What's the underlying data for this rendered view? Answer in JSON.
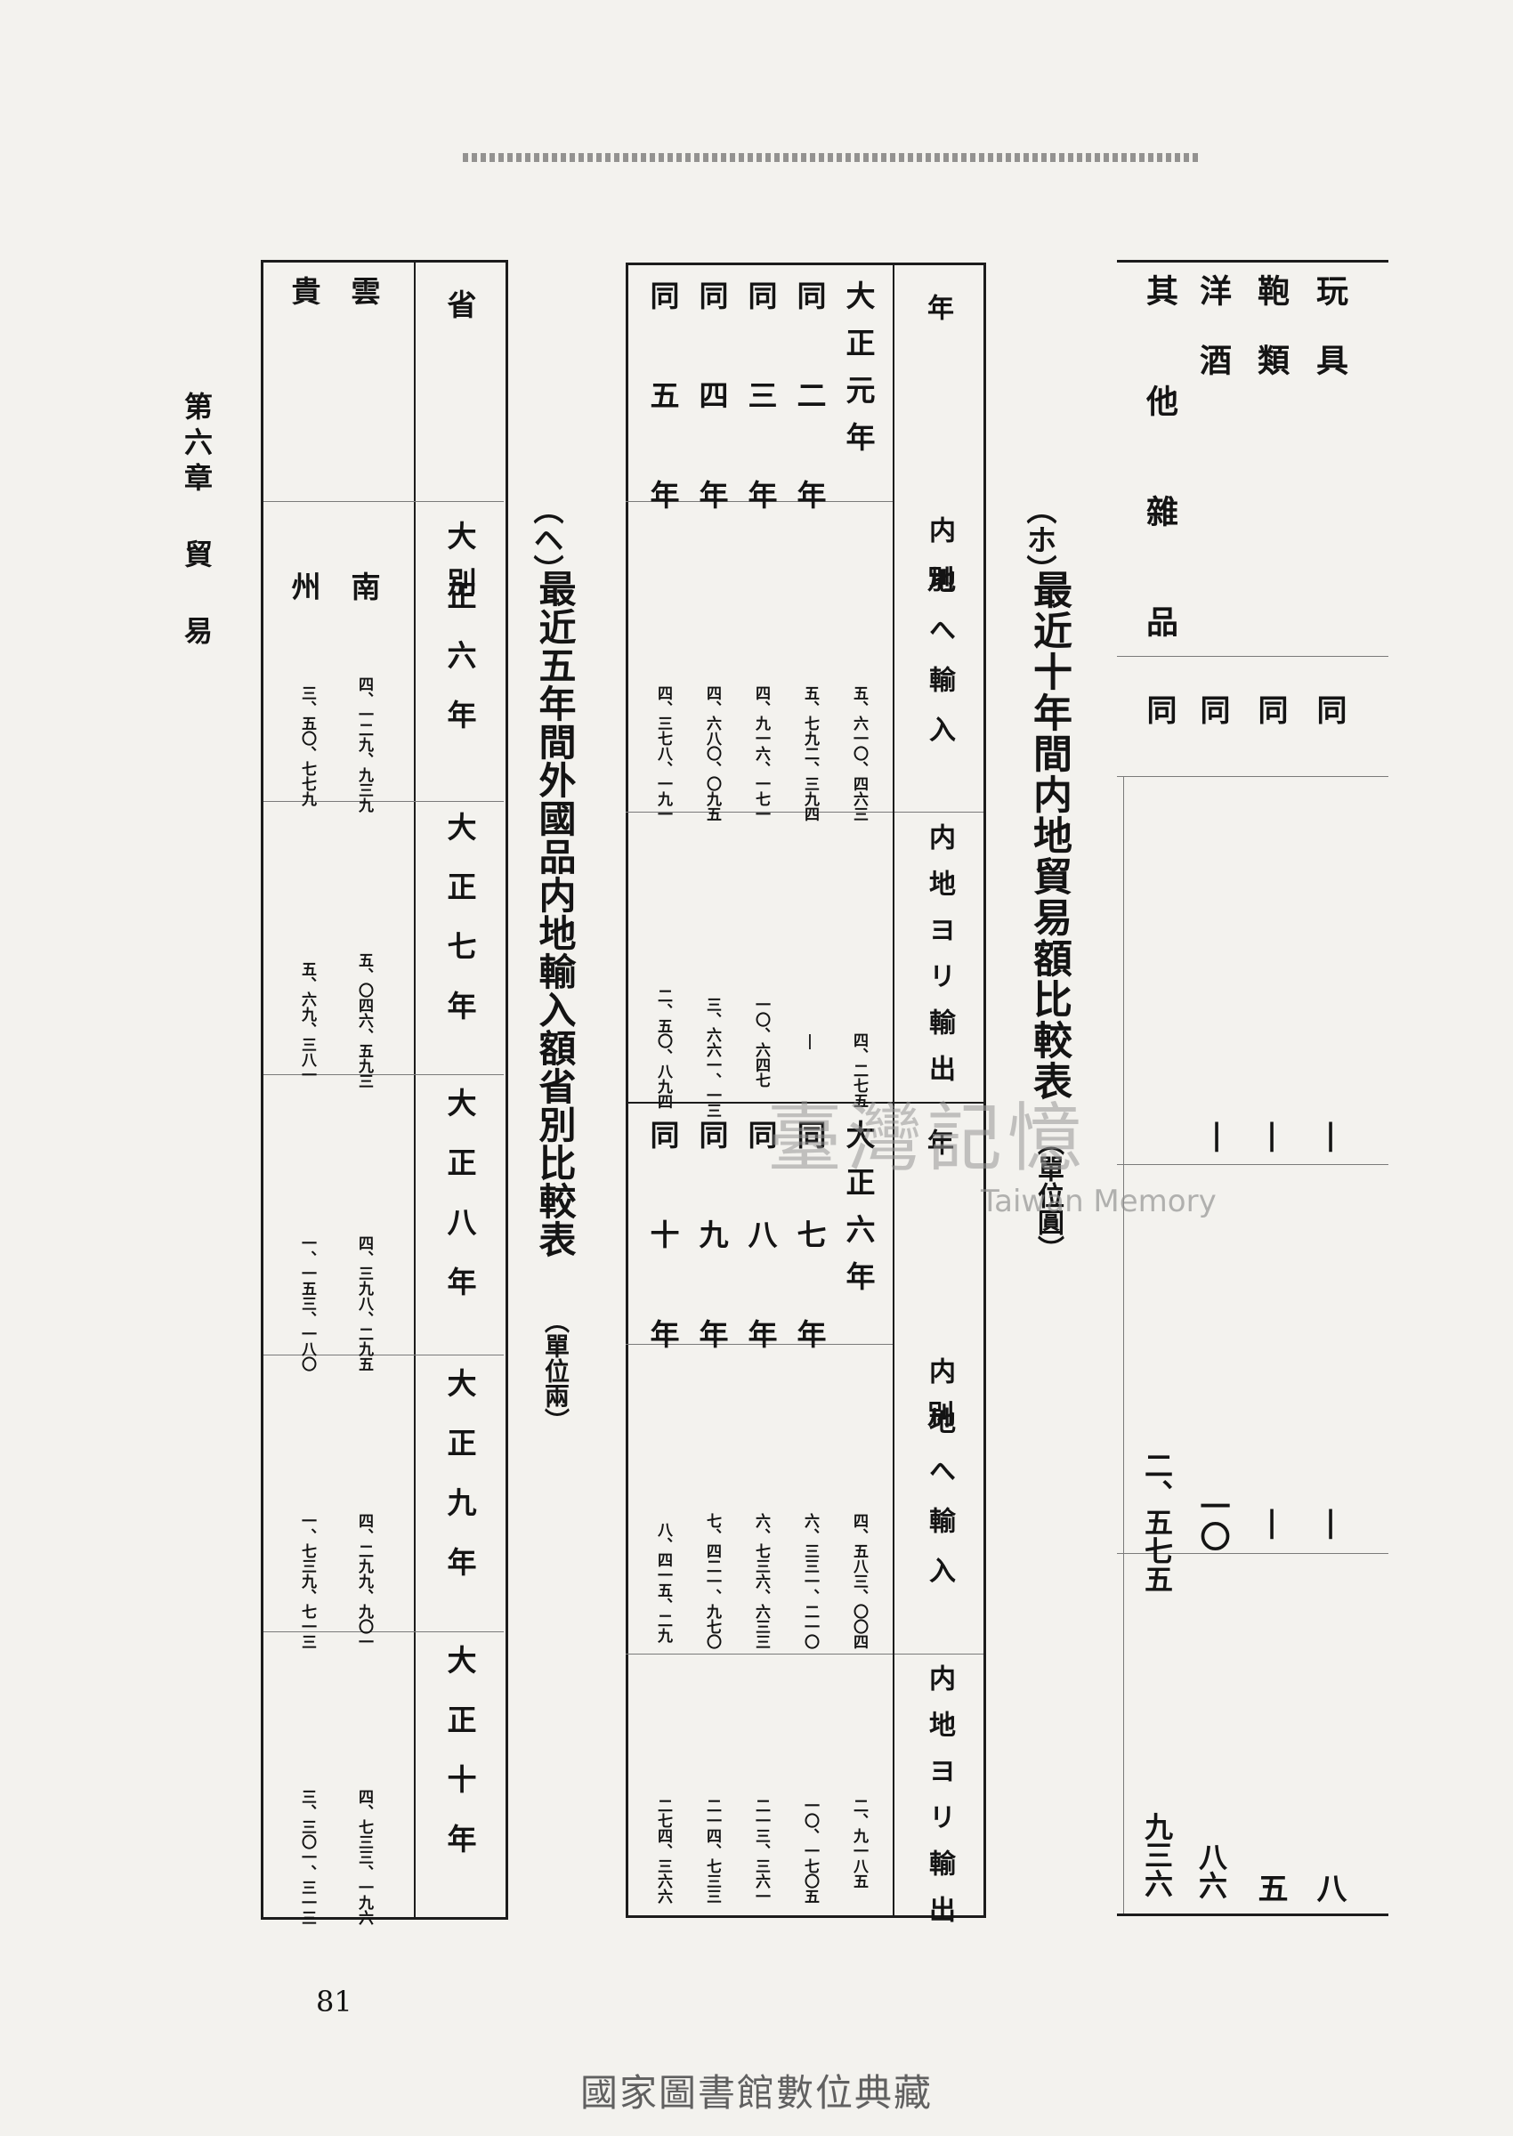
{
  "page": {
    "chapter": "第六章 貿 易",
    "page_number": "81"
  },
  "table_ho": {
    "marker": "（ホ）",
    "title": "最近十年間内地貿易額比較表",
    "unit": "（單位圓）",
    "rows": [
      {
        "name": "玩 具",
        "period": "同",
        "col1": "|",
        "col2": "|",
        "col3": "八"
      },
      {
        "name": "鞄 類",
        "period": "同",
        "col1": "|",
        "col2": "|",
        "col3": "五"
      },
      {
        "name": "洋 酒",
        "period": "同",
        "col1": "|",
        "col2": "一〇",
        "col3": "八六"
      },
      {
        "name": "其他雜品",
        "period": "同",
        "col1": "",
        "col2": "二、五七五",
        "col3": "九三六"
      }
    ]
  },
  "table_domestic": {
    "header_year": "年 別",
    "header_import": "内地へ輸入",
    "header_export": "内地ヨリ輸出",
    "rows": [
      {
        "year": "大正元年",
        "import": "五、六一〇、四六三",
        "export": "四、二七五"
      },
      {
        "year": "同 二 年",
        "import": "五、七九二、三九四",
        "export": "|"
      },
      {
        "year": "同 三 年",
        "import": "四、九一六、一七一",
        "export": "一〇、六四七"
      },
      {
        "year": "同 四 年",
        "import": "四、六八〇、〇九五",
        "export": "三、六六一、一三"
      },
      {
        "year": "同 五 年",
        "import": "四、三七八、一九一",
        "export": "二、五〇、八九四"
      },
      {
        "year": "大正六年",
        "import": "四、五八三、〇〇四",
        "export": "二、九一八五"
      },
      {
        "year": "同 七 年",
        "import": "六、三三一、二一〇",
        "export": "一〇、一七〇五"
      },
      {
        "year": "同 八 年",
        "import": "六、七三六、六三三",
        "export": "二一三、三六一"
      },
      {
        "year": "同 九 年",
        "import": "七、四二一、九七〇",
        "export": "二一四、七三三"
      },
      {
        "year": "同 十 年",
        "import": "八、四一五、二九",
        "export": "二七四、三六六"
      }
    ]
  },
  "table_he": {
    "marker": "（ヘ）",
    "title": "最近五年間外國品内地輸入額省別比較表",
    "unit": "（單位兩）",
    "header_province": "省 別",
    "years": [
      "大正六年",
      "大正七年",
      "大正八年",
      "大正九年",
      "大正十年"
    ],
    "rows": [
      {
        "province": "雲 南",
        "values": [
          "四、一二九、九三九",
          "五、〇四六、五九三",
          "四、三九八、二九五",
          "四、二九九、九〇一",
          "四、七三三、一九六"
        ]
      },
      {
        "province": "貴 州",
        "values": [
          "三、五〇、七七九",
          "五、六九、三八一",
          "一、一五三、一八〇",
          "一、七三九、七一三",
          "三、三〇一、三一三"
        ]
      }
    ]
  },
  "watermark": {
    "cjk": "臺灣記憶",
    "en": "Taiwan Memory"
  },
  "footer": "國家圖書館數位典藏"
}
